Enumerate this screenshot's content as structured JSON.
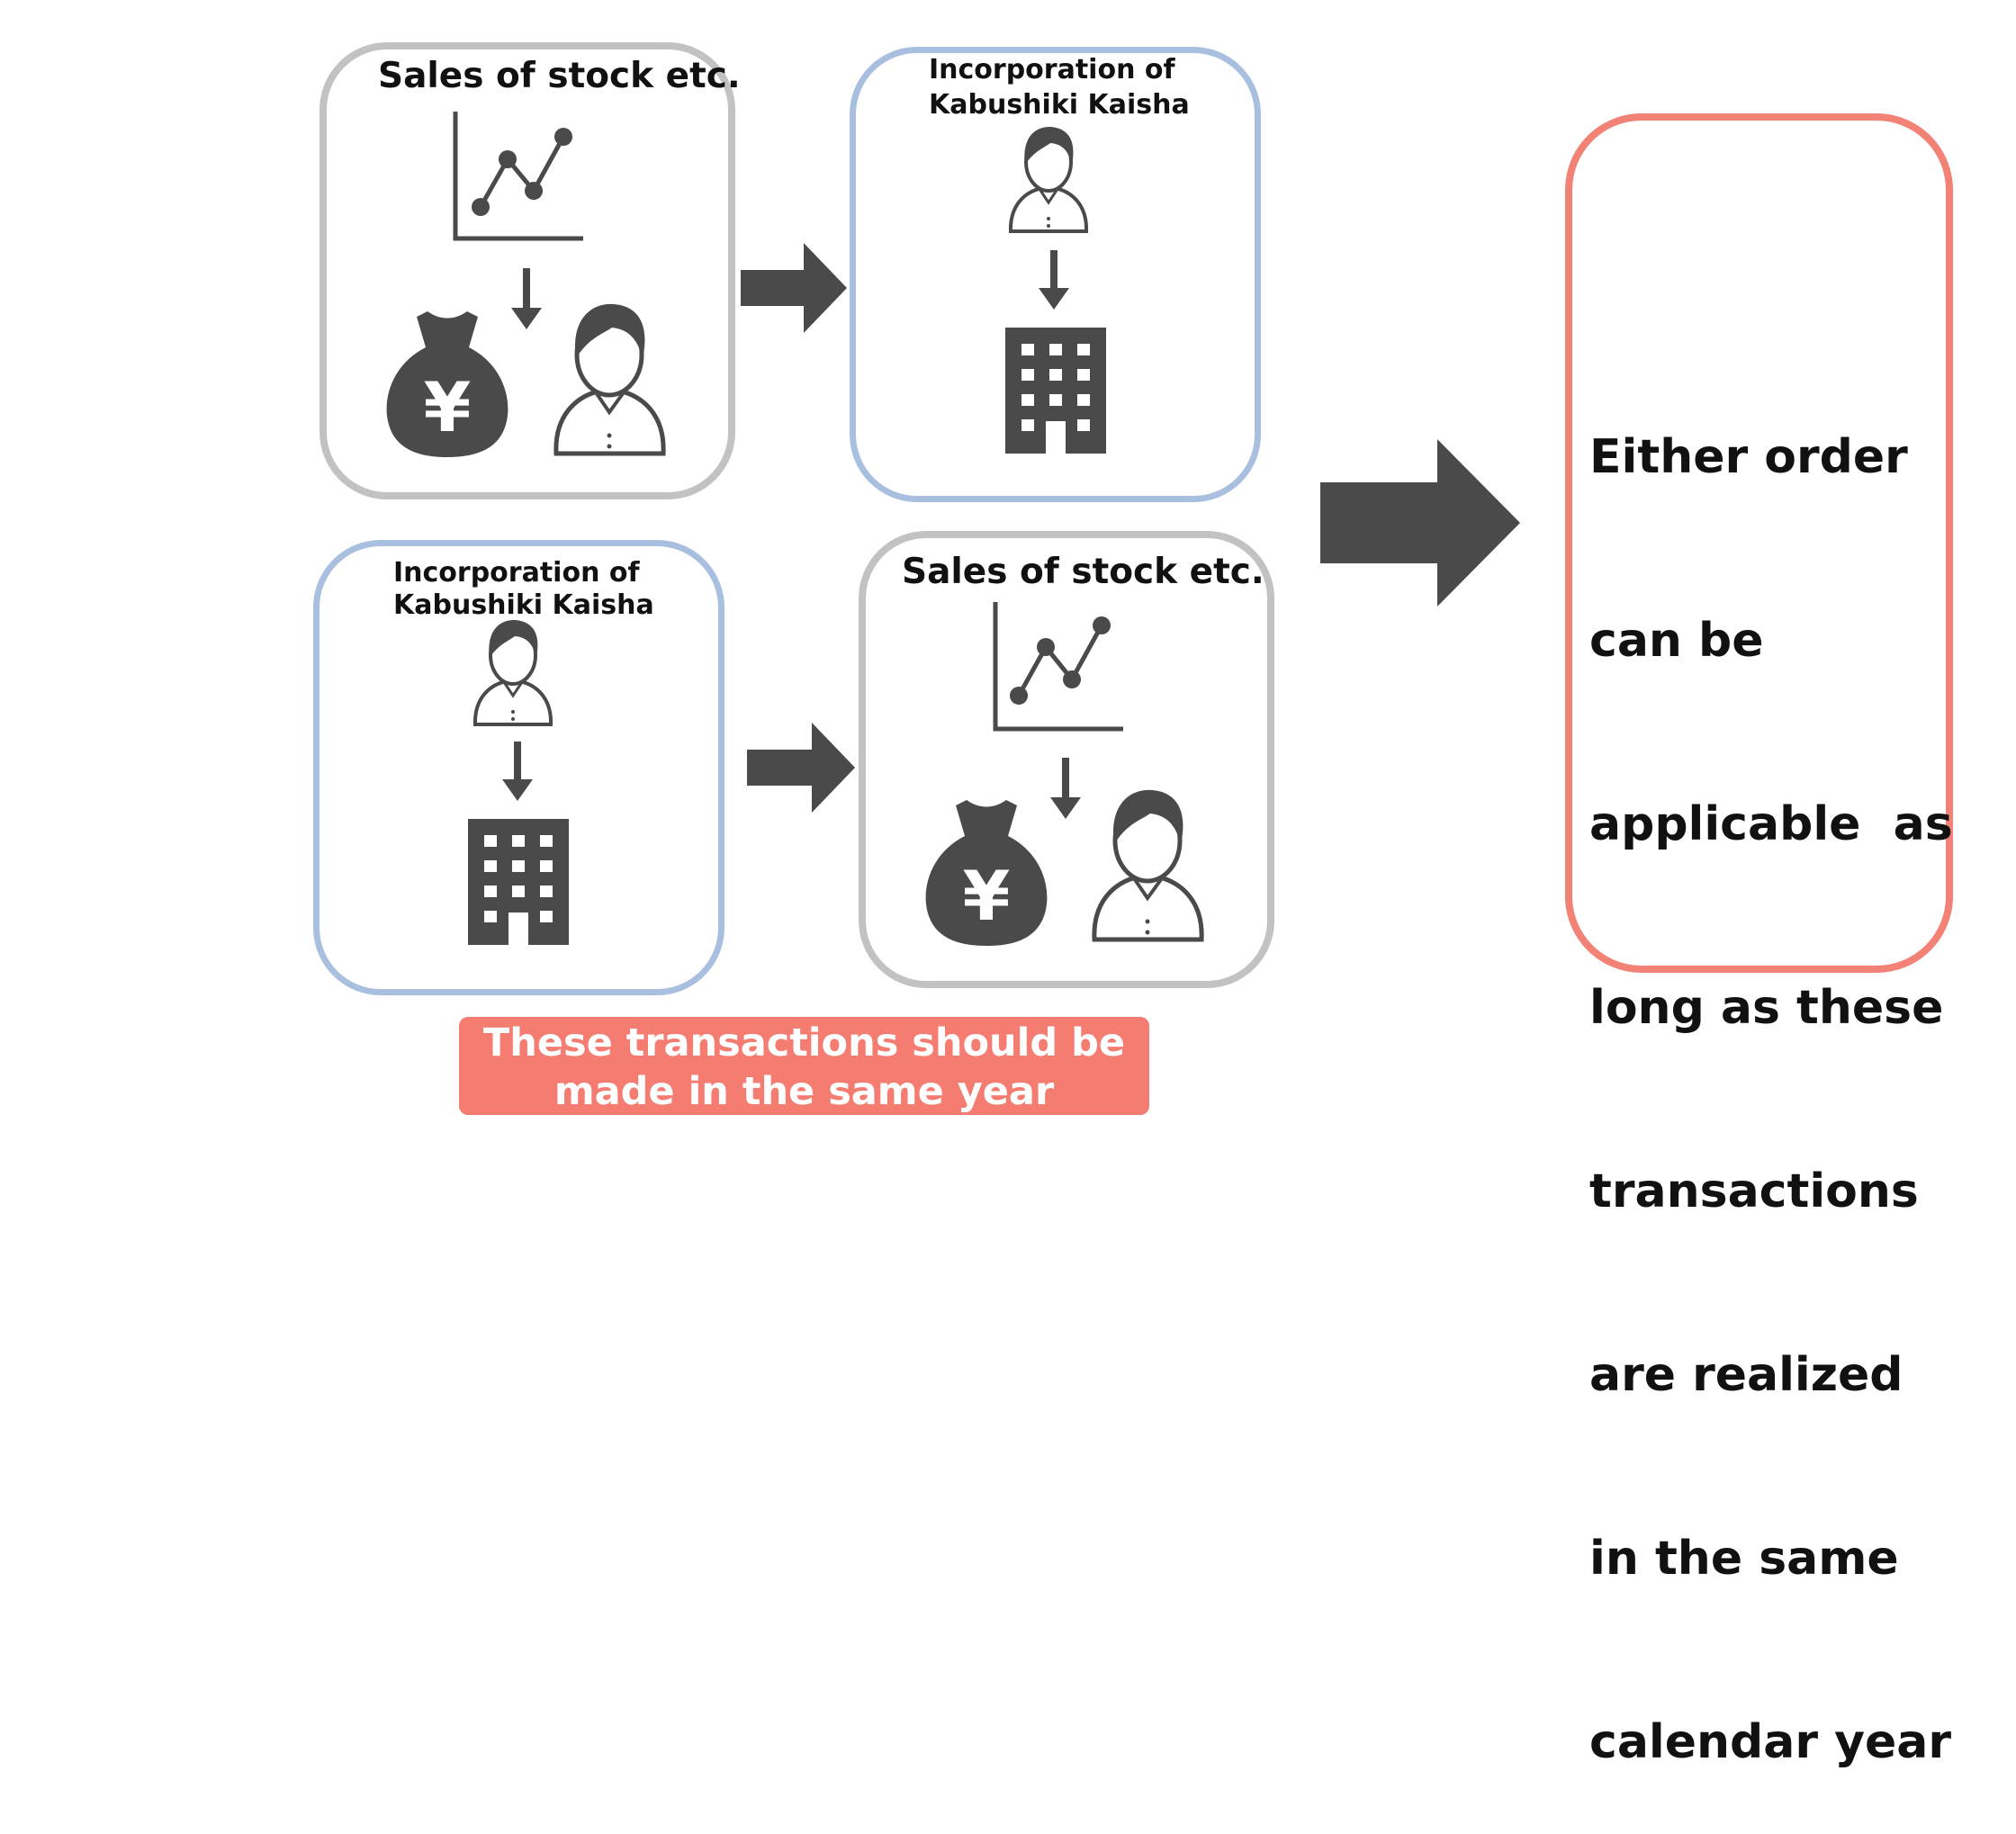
{
  "colors": {
    "icon": "#4a4a4a",
    "gray_border": "#c2c2c2",
    "blue_border": "#a9bfe0",
    "red_border": "#f28176",
    "note_bg": "#f47c71",
    "note_text": "#ffffff"
  },
  "top_row": {
    "sales_box": {
      "title": "Sales of stock etc.",
      "icons": [
        "line-chart-icon",
        "down-arrow-icon",
        "yen-bag-icon",
        "person-icon"
      ]
    },
    "incorporation_box": {
      "title_line1": "Incorporation of",
      "title_line2": "Kabushiki Kaisha",
      "icons": [
        "person-icon",
        "down-arrow-icon",
        "building-icon"
      ]
    }
  },
  "bottom_row": {
    "incorporation_box": {
      "title_line1": "Incorporation of",
      "title_line2": "Kabushiki Kaisha",
      "icons": [
        "person-icon",
        "down-arrow-icon",
        "building-icon"
      ]
    },
    "sales_box": {
      "title": "Sales of stock etc.",
      "icons": [
        "line-chart-icon",
        "down-arrow-icon",
        "yen-bag-icon",
        "person-icon"
      ]
    }
  },
  "connectors": [
    "right-arrow-icon",
    "right-arrow-icon",
    "big-right-arrow-icon"
  ],
  "conclusion": {
    "lines": [
      "Either order",
      "can be",
      "applicable  as",
      "long as these",
      "transactions",
      "are realized",
      "in the same",
      "calendar year"
    ]
  },
  "note": {
    "line1": "These transactions should be",
    "line2": "made in the same year"
  },
  "yen_symbol": "¥"
}
